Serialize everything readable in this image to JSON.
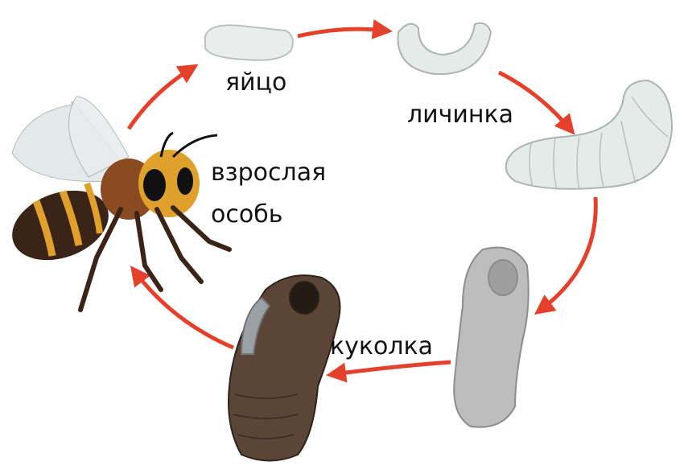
{
  "stages": {
    "egg": "яйцо",
    "larva": "личинка",
    "adult_line1": "взрослая",
    "adult_line2": "особь",
    "pupa": "куколка"
  },
  "colors": {
    "arrow": "#e5402b",
    "egg": "#e9eeec",
    "larva": "#e4ebe8",
    "pupa_light": "#b9b9b9",
    "pupa_dark": "#5a4536",
    "bee_body": "#3a2418",
    "bee_stripe": "#e0a12c"
  }
}
